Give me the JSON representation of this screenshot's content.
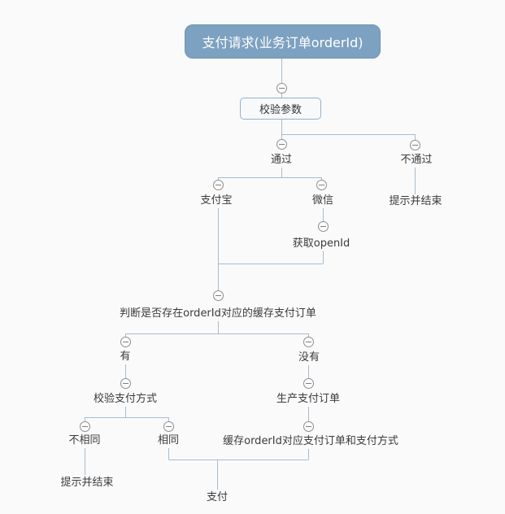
{
  "colors": {
    "background": "#fafafa",
    "root_fill": "#7da1c0",
    "root_border": "#6f95b5",
    "root_text": "#ffffff",
    "box_fill": "#f7f9fb",
    "box_border": "#8fb2d0",
    "connector_line": "#a3bdd1",
    "toggle_border": "#8e8e8e",
    "label_text": "#3b3b3b"
  },
  "mindmap": {
    "root": {
      "label": "支付请求(业务订单orderId)"
    },
    "nodes": {
      "validate_params": {
        "label": "校验参数"
      },
      "pass": {
        "label": "通过"
      },
      "fail": {
        "label": "不通过"
      },
      "alipay": {
        "label": "支付宝"
      },
      "wechat": {
        "label": "微信"
      },
      "fail_end": {
        "label": "提示并结束"
      },
      "get_openid": {
        "label": "获取openId"
      },
      "judge_cache": {
        "label": "判断是否存在orderId对应的缓存支付订单"
      },
      "has": {
        "label": "有"
      },
      "has_not": {
        "label": "没有"
      },
      "verify_pay_method": {
        "label": "校验支付方式"
      },
      "create_pay_order": {
        "label": "生产支付订单"
      },
      "not_same": {
        "label": "不相同"
      },
      "same": {
        "label": "相同"
      },
      "cache_order": {
        "label": "缓存orderId对应支付订单和支付方式"
      },
      "not_same_end": {
        "label": "提示并结束"
      },
      "pay": {
        "label": "支付"
      }
    },
    "edges": [
      [
        "root",
        "validate_params"
      ],
      [
        "validate_params",
        "pass"
      ],
      [
        "validate_params",
        "fail"
      ],
      [
        "pass",
        "alipay"
      ],
      [
        "pass",
        "wechat"
      ],
      [
        "fail",
        "fail_end"
      ],
      [
        "wechat",
        "get_openid"
      ],
      [
        "alipay",
        "judge_cache"
      ],
      [
        "get_openid",
        "judge_cache"
      ],
      [
        "judge_cache",
        "has"
      ],
      [
        "judge_cache",
        "has_not"
      ],
      [
        "has",
        "verify_pay_method"
      ],
      [
        "has_not",
        "create_pay_order"
      ],
      [
        "verify_pay_method",
        "not_same"
      ],
      [
        "verify_pay_method",
        "same"
      ],
      [
        "create_pay_order",
        "cache_order"
      ],
      [
        "not_same",
        "not_same_end"
      ],
      [
        "same",
        "pay"
      ],
      [
        "cache_order",
        "pay"
      ]
    ]
  }
}
